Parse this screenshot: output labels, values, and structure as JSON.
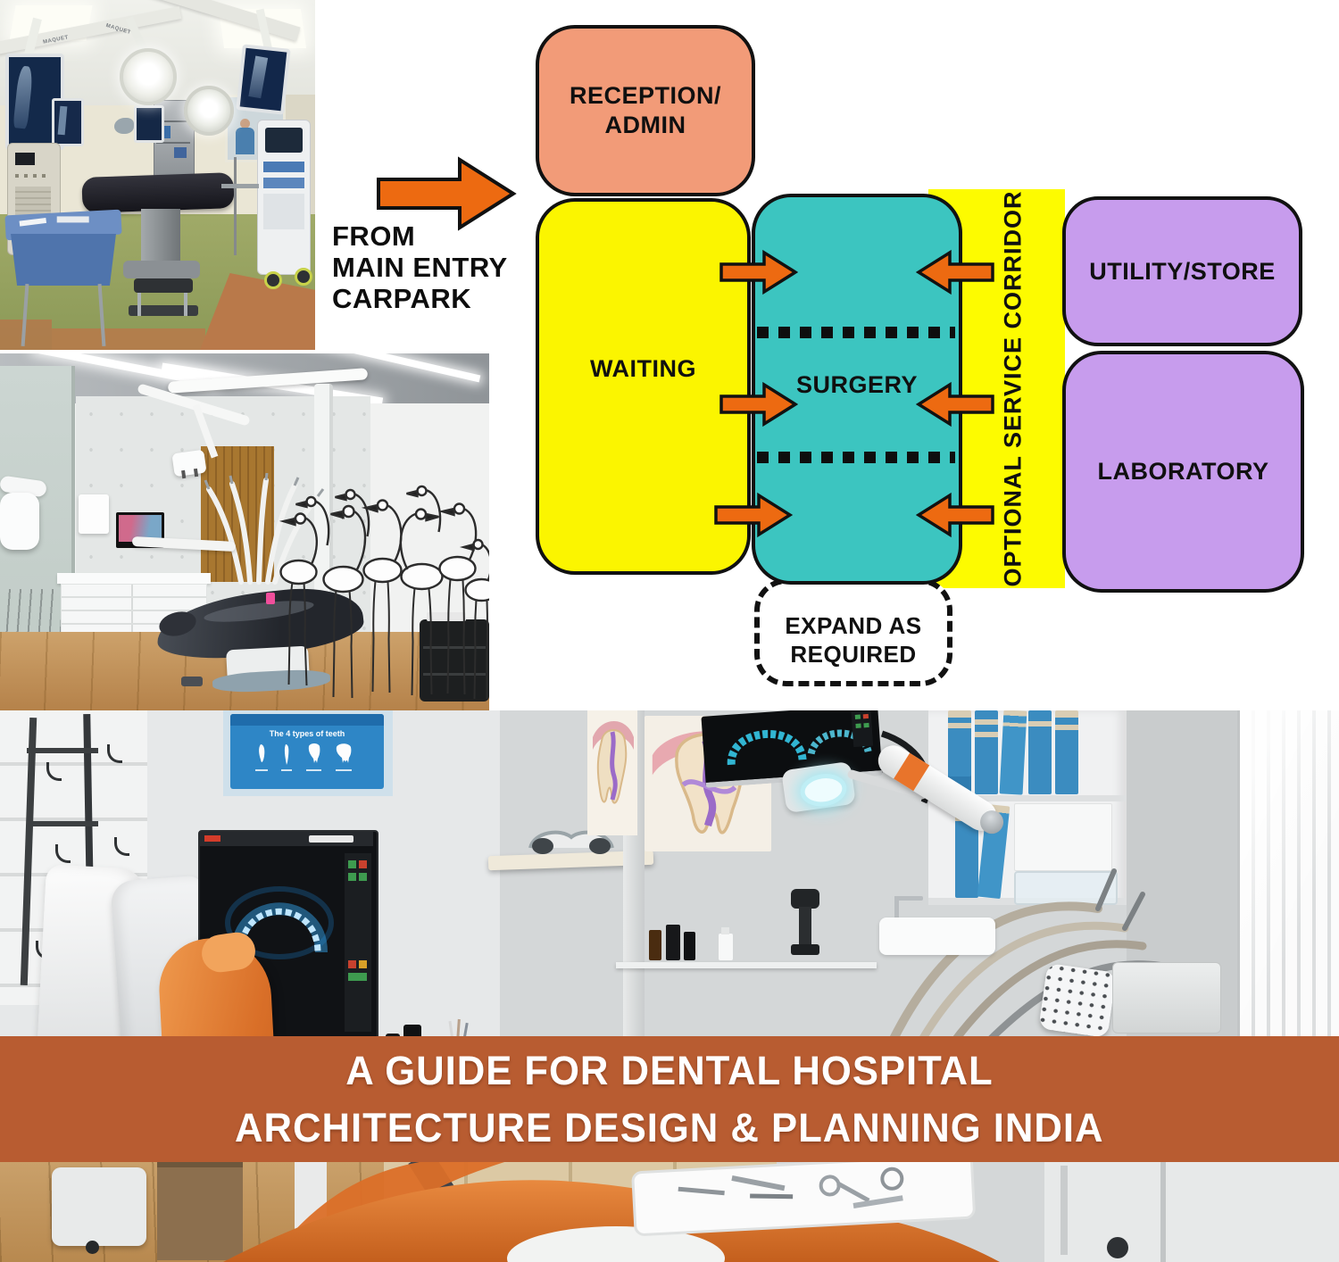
{
  "diagram": {
    "entry": {
      "line1": "FROM",
      "line2": "MAIN ENTRY",
      "line3": "CARPARK"
    },
    "reception": {
      "line1": "RECEPTION/",
      "line2": "ADMIN"
    },
    "waiting_label": "WAITING",
    "surgery_label": "SURGERY",
    "corridor_label": "OPTIONAL SERVICE CORRIDOR",
    "utility_label": "UTILITY/STORE",
    "laboratory_label": "LABORATORY",
    "expand": {
      "line1": "EXPAND AS",
      "line2": "REQUIRED"
    },
    "colors": {
      "reception": "#f29b78",
      "waiting": "#fbf500",
      "surgery": "#3cc5c0",
      "corridor": "#fdfb00",
      "utility_laboratory": "#c79ced",
      "arrow": "#ed6a11",
      "outline": "#111111"
    }
  },
  "banner": {
    "line1": "A GUIDE FOR DENTAL HOSPITAL",
    "line2": "ARCHITECTURE DESIGN & PLANNING INDIA",
    "bg_color": "#b85c31",
    "text_color": "#ffffff"
  },
  "photos": {
    "operating_room": {
      "brand_label": "MAQUET"
    },
    "dental_office": {
      "poster_title": "The 4 types of teeth"
    }
  }
}
